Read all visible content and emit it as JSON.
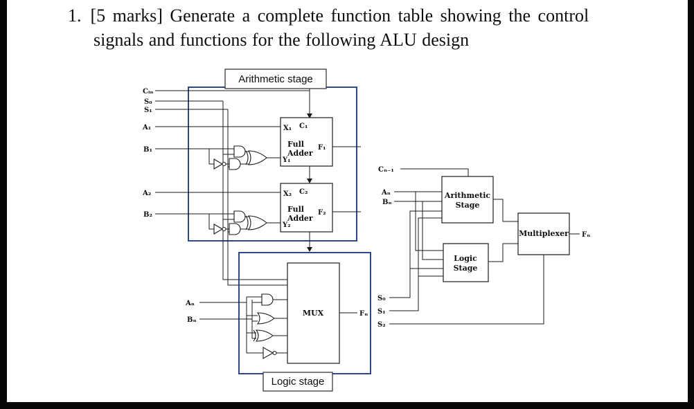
{
  "question": {
    "number": "1.",
    "line1": "[5 marks] Generate a complete function table showing the control",
    "line2": "signals and functions for the following ALU design"
  },
  "detail": {
    "arithmetic_title": "Arithmetic stage",
    "logic_title": "Logic stage",
    "cin": "Cᵢₙ",
    "s0": "S₀",
    "s1": "S₁",
    "a1": "A₁",
    "b1": "B₁",
    "a2": "A₂",
    "b2": "B₂",
    "an": "Aₙ",
    "bn": "Bₙ",
    "fn": "Fₙ",
    "mux": "MUX",
    "adder1": {
      "x": "X₁",
      "c": "C₁",
      "name1": "Full",
      "name2": "Adder",
      "f": "F₁",
      "y": "Y₁"
    },
    "adder2": {
      "x": "X₂",
      "c": "C₂",
      "name1": "Full",
      "name2": "Adder",
      "f": "F₂",
      "y": "Y₂"
    }
  },
  "block": {
    "arithmetic1": "Arithmetic",
    "arithmetic2": "Stage",
    "logic1": "Logic",
    "logic2": "Stage",
    "mux": "Multiplexer",
    "cn1": "Cₙ₋₁",
    "an": "Aₙ",
    "bn": "Bₙ",
    "s0": "S₀",
    "s1": "S₁",
    "s2": "S₂",
    "fn": "Fₙ"
  },
  "colors": {
    "stage_border": "#2b4a8b",
    "wire": "#1a1a1a"
  }
}
